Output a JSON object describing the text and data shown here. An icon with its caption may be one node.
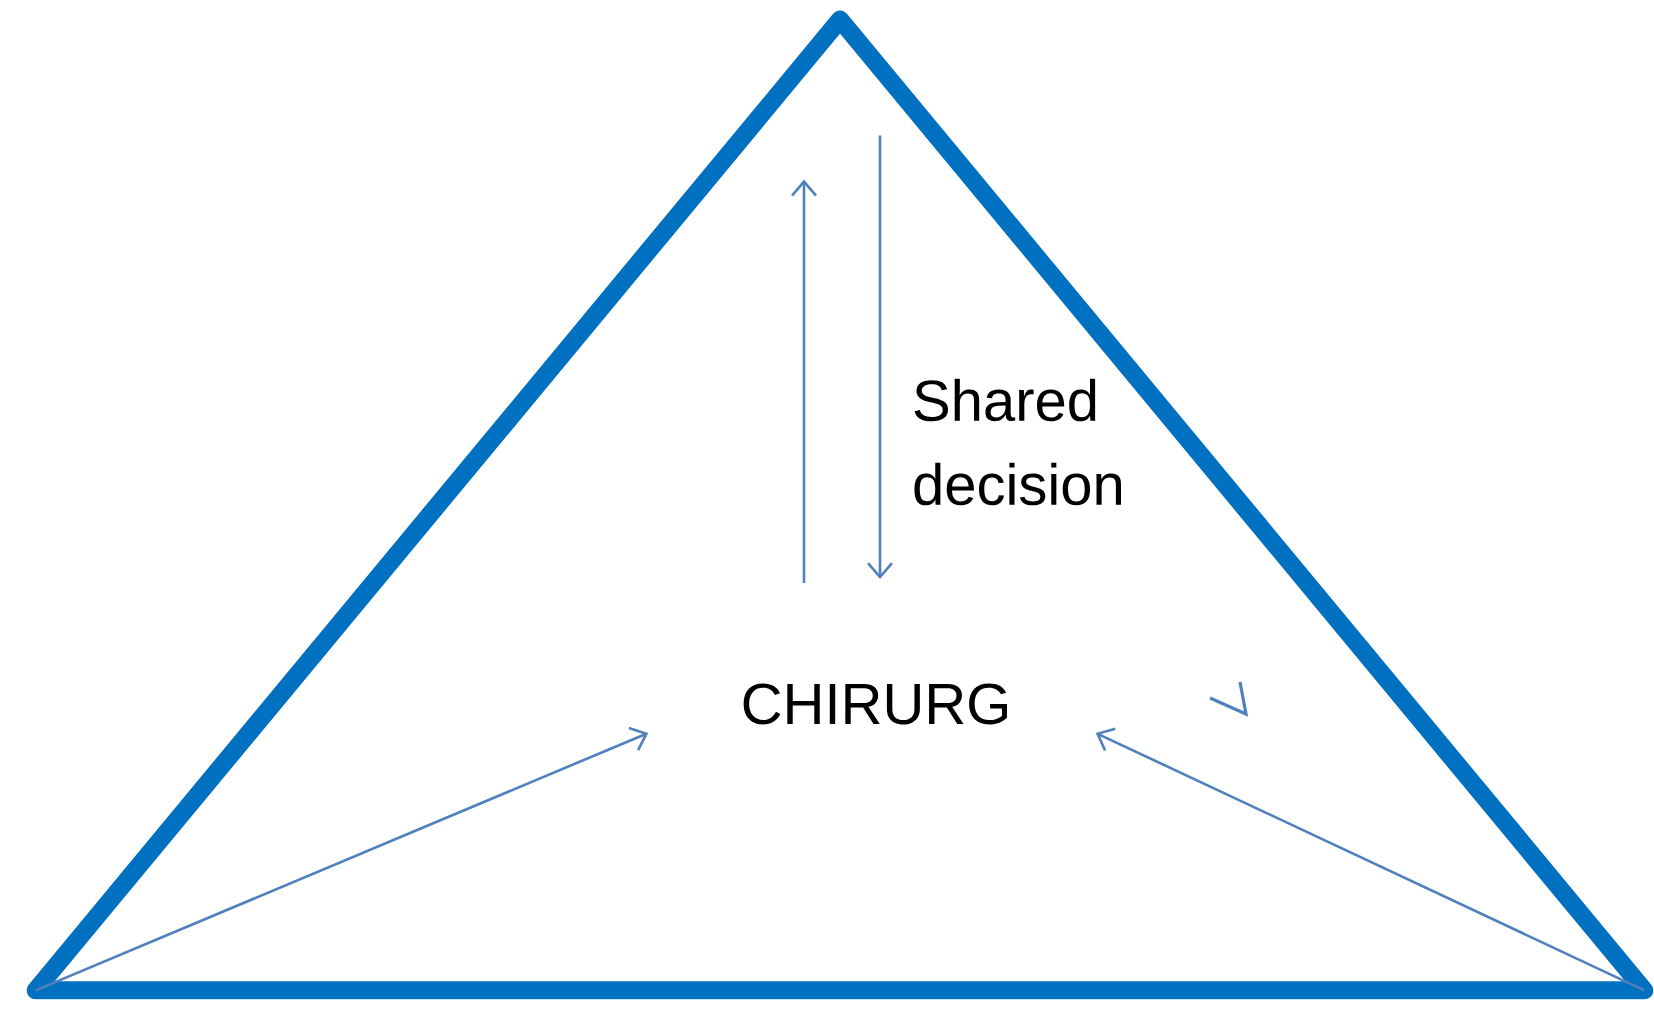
{
  "diagram": {
    "nodes": [
      {
        "text": [],
        "shape": "triangle"
      },
      {
        "text": [
          "CHIRURG"
        ],
        "in": 0
      }
    ],
    "edges": [
      {
        "from": 0,
        "to": 1,
        "arrow": "to"
      },
      {
        "from": 0,
        "to": 1,
        "arrow": "to"
      },
      {
        "from": 1,
        "to": 0,
        "arrow": "to"
      },
      {
        "from": 0,
        "to": 1,
        "arrow": "to",
        "label": "Shared decision"
      }
    ]
  }
}
